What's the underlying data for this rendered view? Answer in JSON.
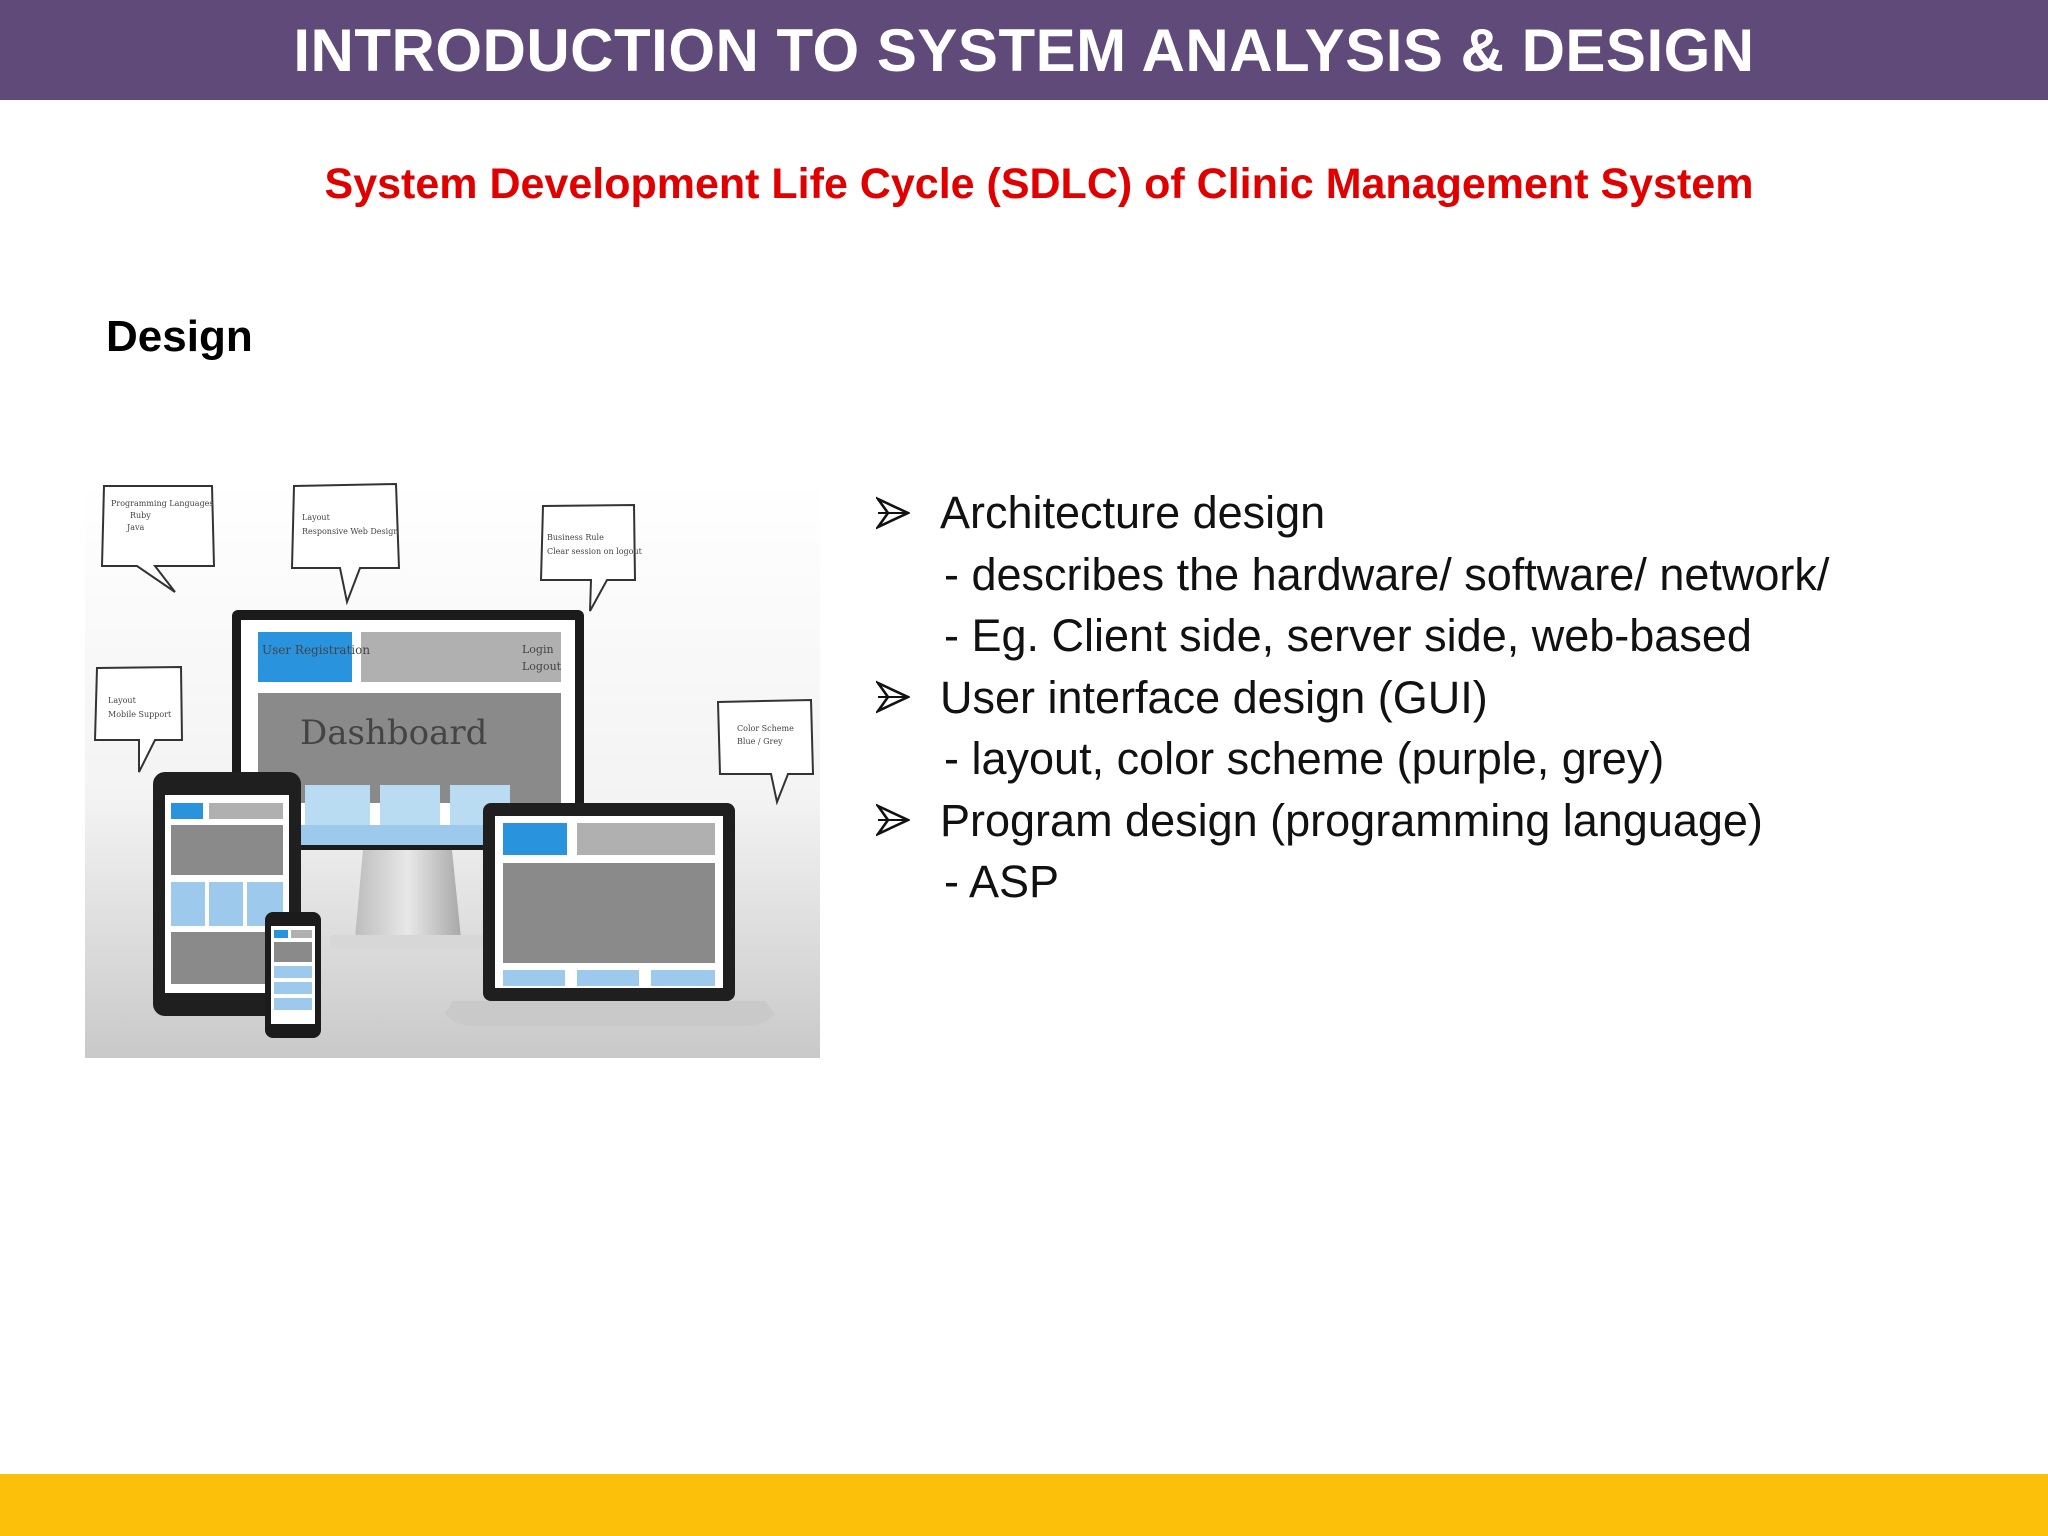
{
  "header": {
    "title": "INTRODUCTION TO SYSTEM ANALYSIS & DESIGN"
  },
  "subtitle": "System Development Life Cycle (SDLC) of Clinic Management System",
  "section_heading": "Design",
  "illustration": {
    "bubbles": [
      [
        "Programming Languages",
        "Ruby",
        "Java"
      ],
      [
        "Layout",
        "Responsive Web Design"
      ],
      [
        "Business Rule",
        "Clear session on logout"
      ],
      [
        "Layout",
        "Mobile Support"
      ],
      [
        "Color Scheme",
        "Blue / Grey"
      ]
    ],
    "monitor_tab": "User Registration",
    "monitor_login": [
      "Login",
      "Logout"
    ],
    "monitor_main": "Dashboard"
  },
  "bullets": [
    {
      "label": "Architecture design",
      "subs": [
        "- describes the hardware/ software/ network/",
        "- Eg. Client side, server side, web-based"
      ]
    },
    {
      "label": "User interface design (GUI)",
      "subs": [
        "- layout, color scheme (purple, grey)"
      ]
    },
    {
      "label": "Program design (programming language)",
      "subs": [
        "- ASP"
      ]
    }
  ],
  "colors": {
    "header_bar": "#5f4a7a",
    "subtitle": "#e00000",
    "footer_bar": "#fcbf0a",
    "screen_blue": "#2a93de",
    "screen_grey": "#8a8a8a"
  }
}
